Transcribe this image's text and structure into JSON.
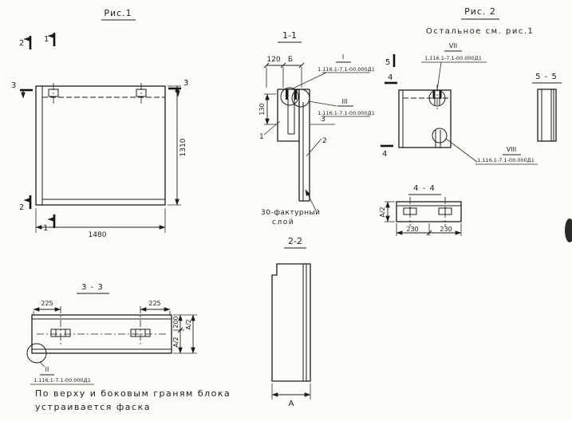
{
  "page": {
    "bg": "#fcfcf9",
    "ink": "#1c1c1c"
  },
  "fig1": {
    "title": "Рис.1",
    "dims": {
      "width": "1480",
      "height": "1310"
    },
    "cut_marks": {
      "m2_top": "2",
      "m1_top": "1",
      "m3_left": "3",
      "m3_right": "3",
      "m2_bottom": "2",
      "m1_bottom": "1"
    }
  },
  "section11": {
    "title": "1-1",
    "dims": {
      "d120": "120",
      "b": "Б",
      "d130": "130"
    },
    "part_labels": {
      "p1": "1",
      "p2": "2",
      "p3": "3"
    },
    "callout_I": {
      "label": "I",
      "ref": "1.116.1-7.1-00.000Д1"
    },
    "callout_III": {
      "label": "III",
      "ref": "1.116.1-7.1-00.000Д1"
    },
    "note": {
      "line1": "30-фактурный",
      "line2": "слой"
    }
  },
  "section22": {
    "title": "2-2",
    "dim_a": "А"
  },
  "fig2": {
    "title": "Рис. 2",
    "subtitle": "Остальное см. рис.1",
    "cut_marks": {
      "m5": "5",
      "m4_top": "4",
      "m4_bottom": "4"
    },
    "callout_VII": {
      "label": "VII",
      "ref": "1.116.1-7.1-00.000Д1"
    },
    "callout_VIII": {
      "label": "VIII",
      "ref": "1.116.1-7.1-00.000Д1"
    }
  },
  "section55": {
    "title": "5 - 5"
  },
  "section44": {
    "title": "4 - 4",
    "dims": {
      "a2": "А/2",
      "d230_left": "230",
      "d230_right": "230"
    }
  },
  "section33": {
    "title": "3 - 3",
    "dims": {
      "d225_left": "225",
      "d225_right": "225",
      "d200": "200",
      "a2_outer": "А/2",
      "a2_lower": "А/2"
    },
    "callout_II": {
      "label": "II",
      "ref": "1.116.1-7.1-00.000Д1"
    }
  },
  "footnote": {
    "line1": "По верху и боковым граням блока",
    "line2": "устраивается фаска"
  }
}
